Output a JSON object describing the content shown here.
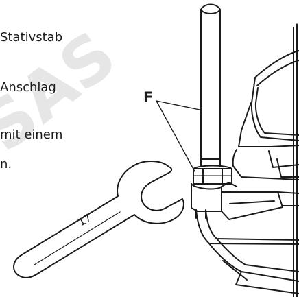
{
  "instructions": {
    "line1": "Stativstab",
    "line2": "Anschlag",
    "line3": "mit einem",
    "line4": "n."
  },
  "callout": {
    "label": "F"
  },
  "wrench": {
    "size_marking": "17"
  },
  "watermark": {
    "text": "SAS"
  },
  "colors": {
    "ink": "#1a1a1a",
    "watermark": "#e7e7e7",
    "background": "#ffffff"
  }
}
